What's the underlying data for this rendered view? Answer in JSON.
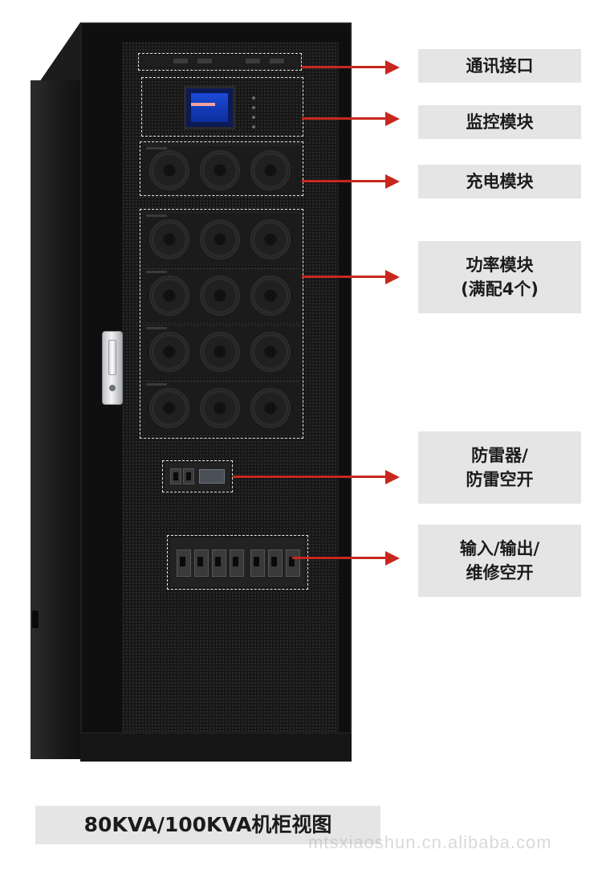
{
  "labels": {
    "comm_interface": [
      "通讯接口"
    ],
    "monitor_module": [
      "监控模块"
    ],
    "charger_module": [
      "充电模块"
    ],
    "power_module": [
      "功率模块",
      "(满配4个)"
    ],
    "surge_protector": [
      "防雷器/",
      "防雷空开"
    ],
    "breakers": [
      "输入/输出/",
      "维修空开"
    ]
  },
  "caption": "80KVA/100KVA机柜视图",
  "watermark": "mtsxiaoshun.cn.alibaba.com",
  "colors": {
    "arrow": "#c8271e",
    "label_bg": "#e5e5e5",
    "cabinet": "#0f0f0f",
    "dashed_outline": "#e6e6e6"
  }
}
